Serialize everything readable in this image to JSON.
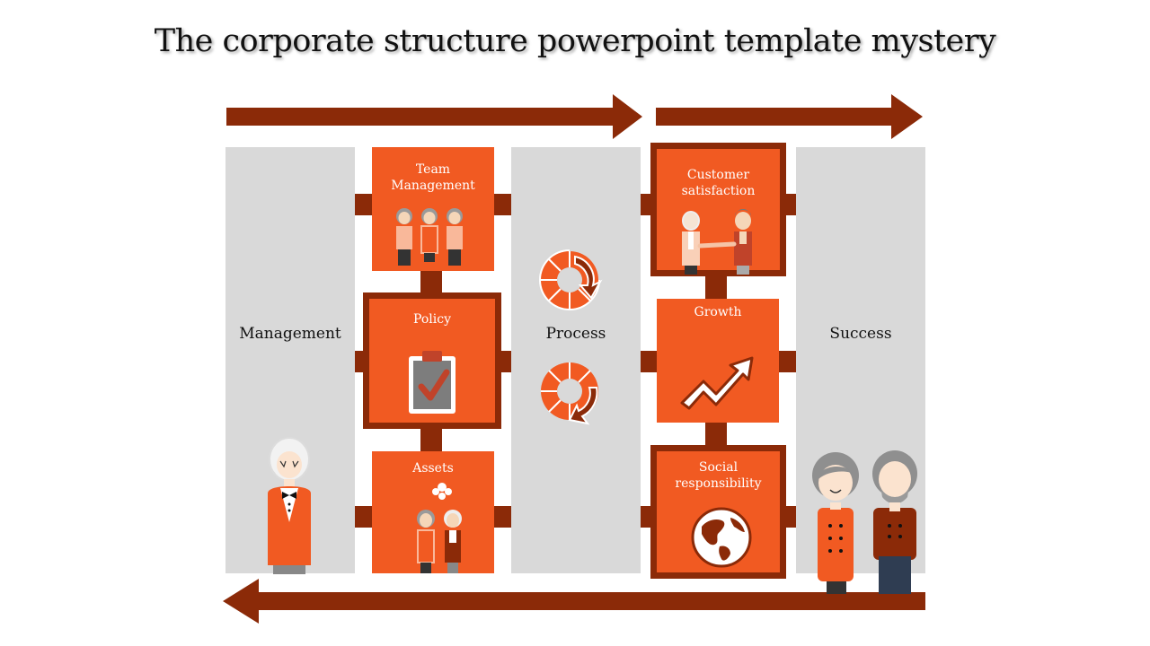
{
  "title": "The corporate structure powerpoint template mystery",
  "columns": {
    "management": "Management",
    "process": "Process",
    "success": "Success"
  },
  "boxes": {
    "team_management": "Team\nManagement",
    "policy": "Policy",
    "assets": "Assets",
    "customer_satisfaction": "Customer\nsatisfaction",
    "growth": "Growth",
    "social_responsibility": "Social\nresponsibility"
  },
  "colors": {
    "accent_orange": "#f15a22",
    "dark_red": "#8b2a08",
    "column_gray": "#d9d9d9"
  },
  "icons": [
    "people-icon",
    "clipboard-check-icon",
    "cycle-arrow-icon",
    "handshake-icon",
    "growth-arrow-icon",
    "globe-icon"
  ]
}
